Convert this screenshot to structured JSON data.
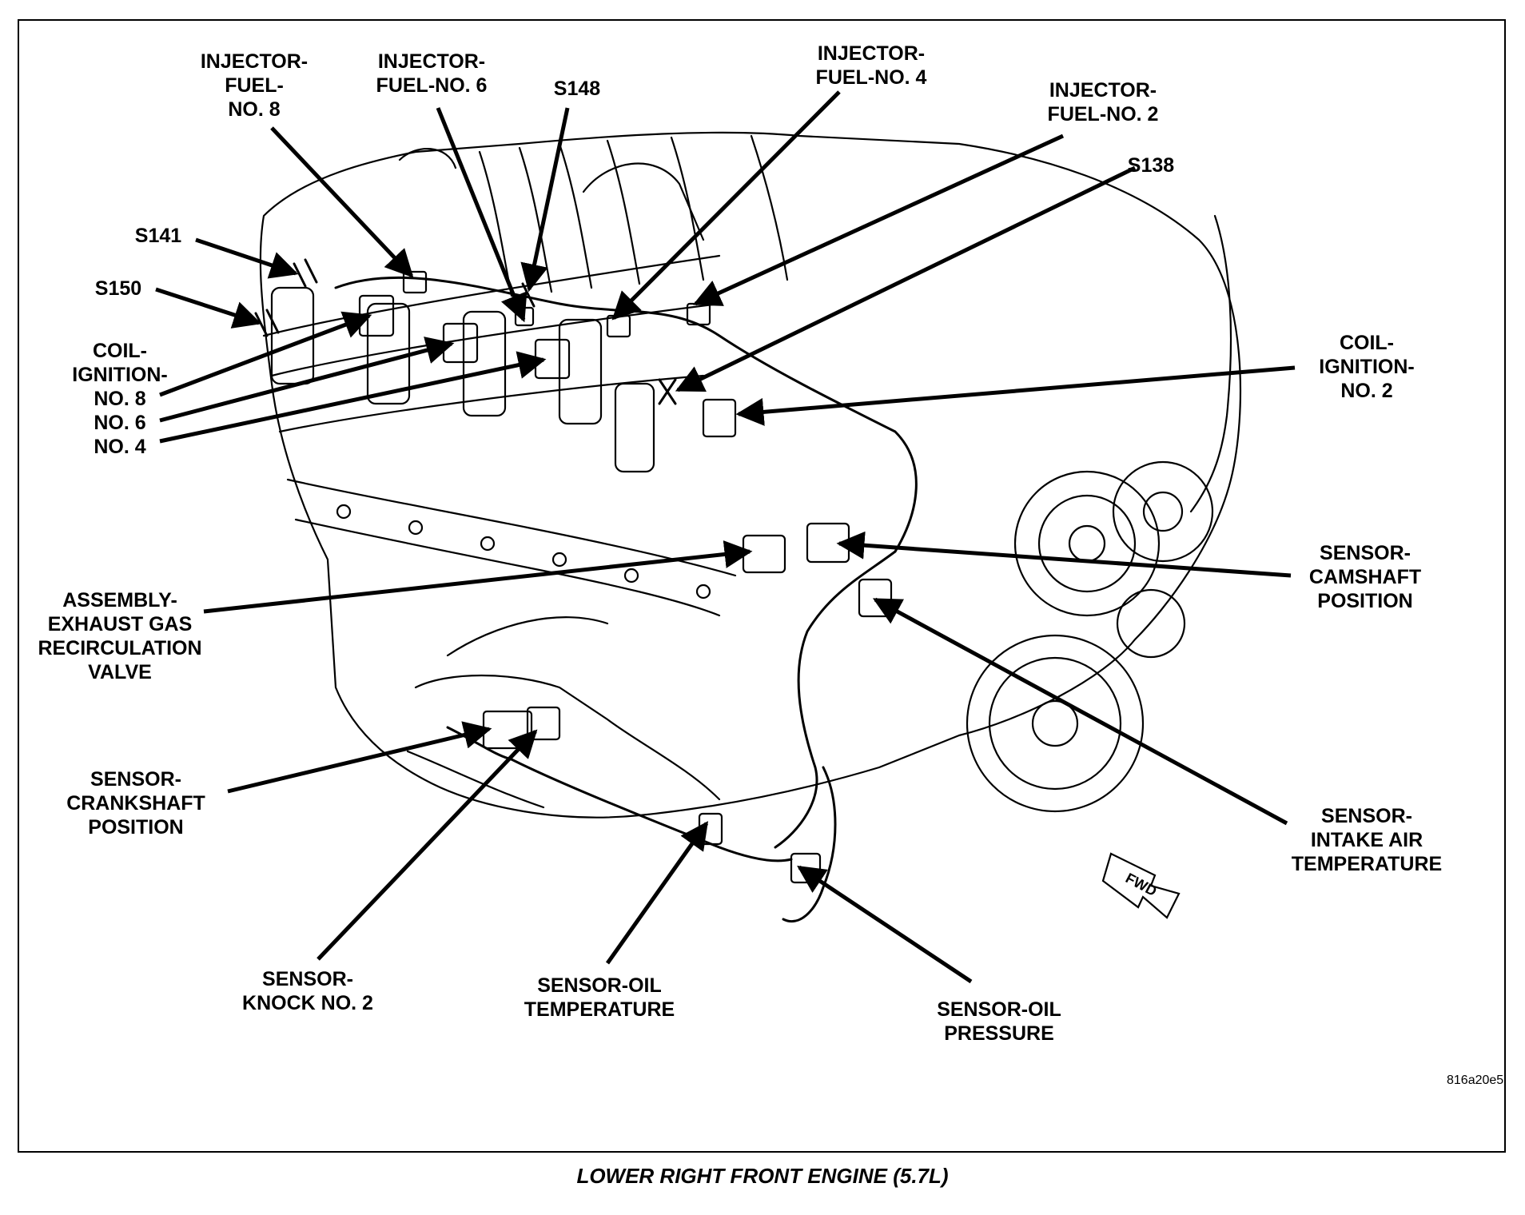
{
  "labels": {
    "injector_8": [
      "INJECTOR-",
      "FUEL-",
      "NO. 8"
    ],
    "injector_6": [
      "INJECTOR-",
      "FUEL-NO. 6"
    ],
    "s148": [
      "S148"
    ],
    "injector_4": [
      "INJECTOR-",
      "FUEL-NO. 4"
    ],
    "injector_2": [
      "INJECTOR-",
      "FUEL-NO. 2"
    ],
    "s138": [
      "S138"
    ],
    "s141": [
      "S141"
    ],
    "s150": [
      "S150"
    ],
    "coil_left": [
      "COIL-",
      "IGNITION-",
      "NO. 8",
      "NO. 6",
      "NO. 4"
    ],
    "coil_2": [
      "COIL-",
      "IGNITION-",
      "NO. 2"
    ],
    "camshaft": [
      "SENSOR-",
      "CAMSHAFT",
      "POSITION"
    ],
    "egr": [
      "ASSEMBLY-",
      "EXHAUST GAS",
      "RECIRCULATION",
      "VALVE"
    ],
    "crankshaft": [
      "SENSOR-",
      "CRANKSHAFT",
      "POSITION"
    ],
    "intake_air": [
      "SENSOR-",
      "INTAKE AIR",
      "TEMPERATURE"
    ],
    "knock": [
      "SENSOR-",
      "KNOCK NO. 2"
    ],
    "oil_temp": [
      "SENSOR-OIL",
      "TEMPERATURE"
    ],
    "oil_pressure": [
      "SENSOR-OIL",
      "PRESSURE"
    ]
  },
  "fwd_marker": "FWD",
  "ref_code": "816a20e5",
  "caption": "LOWER RIGHT FRONT ENGINE (5.7L)"
}
